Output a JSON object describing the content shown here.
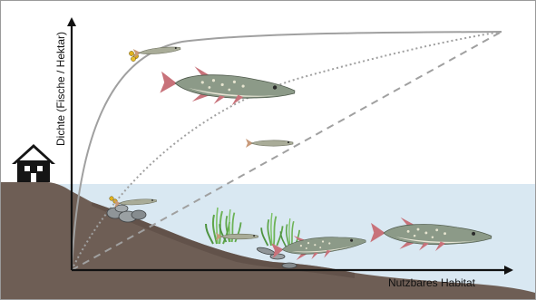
{
  "diagram": {
    "x_axis_label": "Nutzbares Habitat",
    "y_axis_label": "Dichte (Fische / Hektar)",
    "curves": [
      {
        "style": "solid",
        "color": "#a0a0a0"
      },
      {
        "style": "dotted",
        "color": "#a0a0a0"
      },
      {
        "style": "dashed",
        "color": "#a0a0a0"
      }
    ],
    "colors": {
      "water": "#d9e8f2",
      "ground": "#6e5e55",
      "ground_dark": "#5a4b42",
      "axis": "#111111",
      "pike_body": "#8c9a88",
      "fin_red": "#c8727a",
      "weed_green": "#5fa64a",
      "stone": "#8f9598"
    },
    "icons": [
      "house-icon",
      "pike-fish-icon",
      "juvenile-fish-icon",
      "fish-eggs-icon",
      "water-plant-icon",
      "stone-icon"
    ]
  }
}
